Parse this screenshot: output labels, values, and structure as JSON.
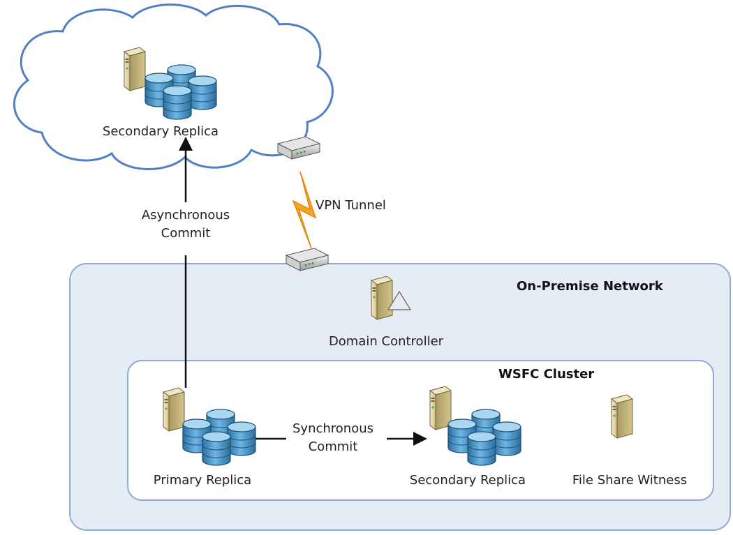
{
  "cloud": {
    "label": "Secondary Replica"
  },
  "vpn": {
    "label": "VPN Tunnel"
  },
  "async_commit": {
    "line1": "Asynchronous",
    "line2": "Commit"
  },
  "on_premise": {
    "title": "On-Premise Network",
    "domain_controller": "Domain Controller"
  },
  "wsfc": {
    "title": "WSFC Cluster",
    "primary_replica": "Primary Replica",
    "sync_commit": {
      "line1": "Synchronous",
      "line2": "Commit"
    },
    "secondary_replica": "Secondary Replica",
    "file_share_witness": "File Share Witness"
  },
  "colors": {
    "cloud_stroke": "#4f7fc6",
    "region_fill": "#e6ecf6",
    "region_stroke": "#8eaad6",
    "server": "#e9dcae",
    "disk": "#3b8fc4",
    "lightning": "#f5a41e"
  }
}
